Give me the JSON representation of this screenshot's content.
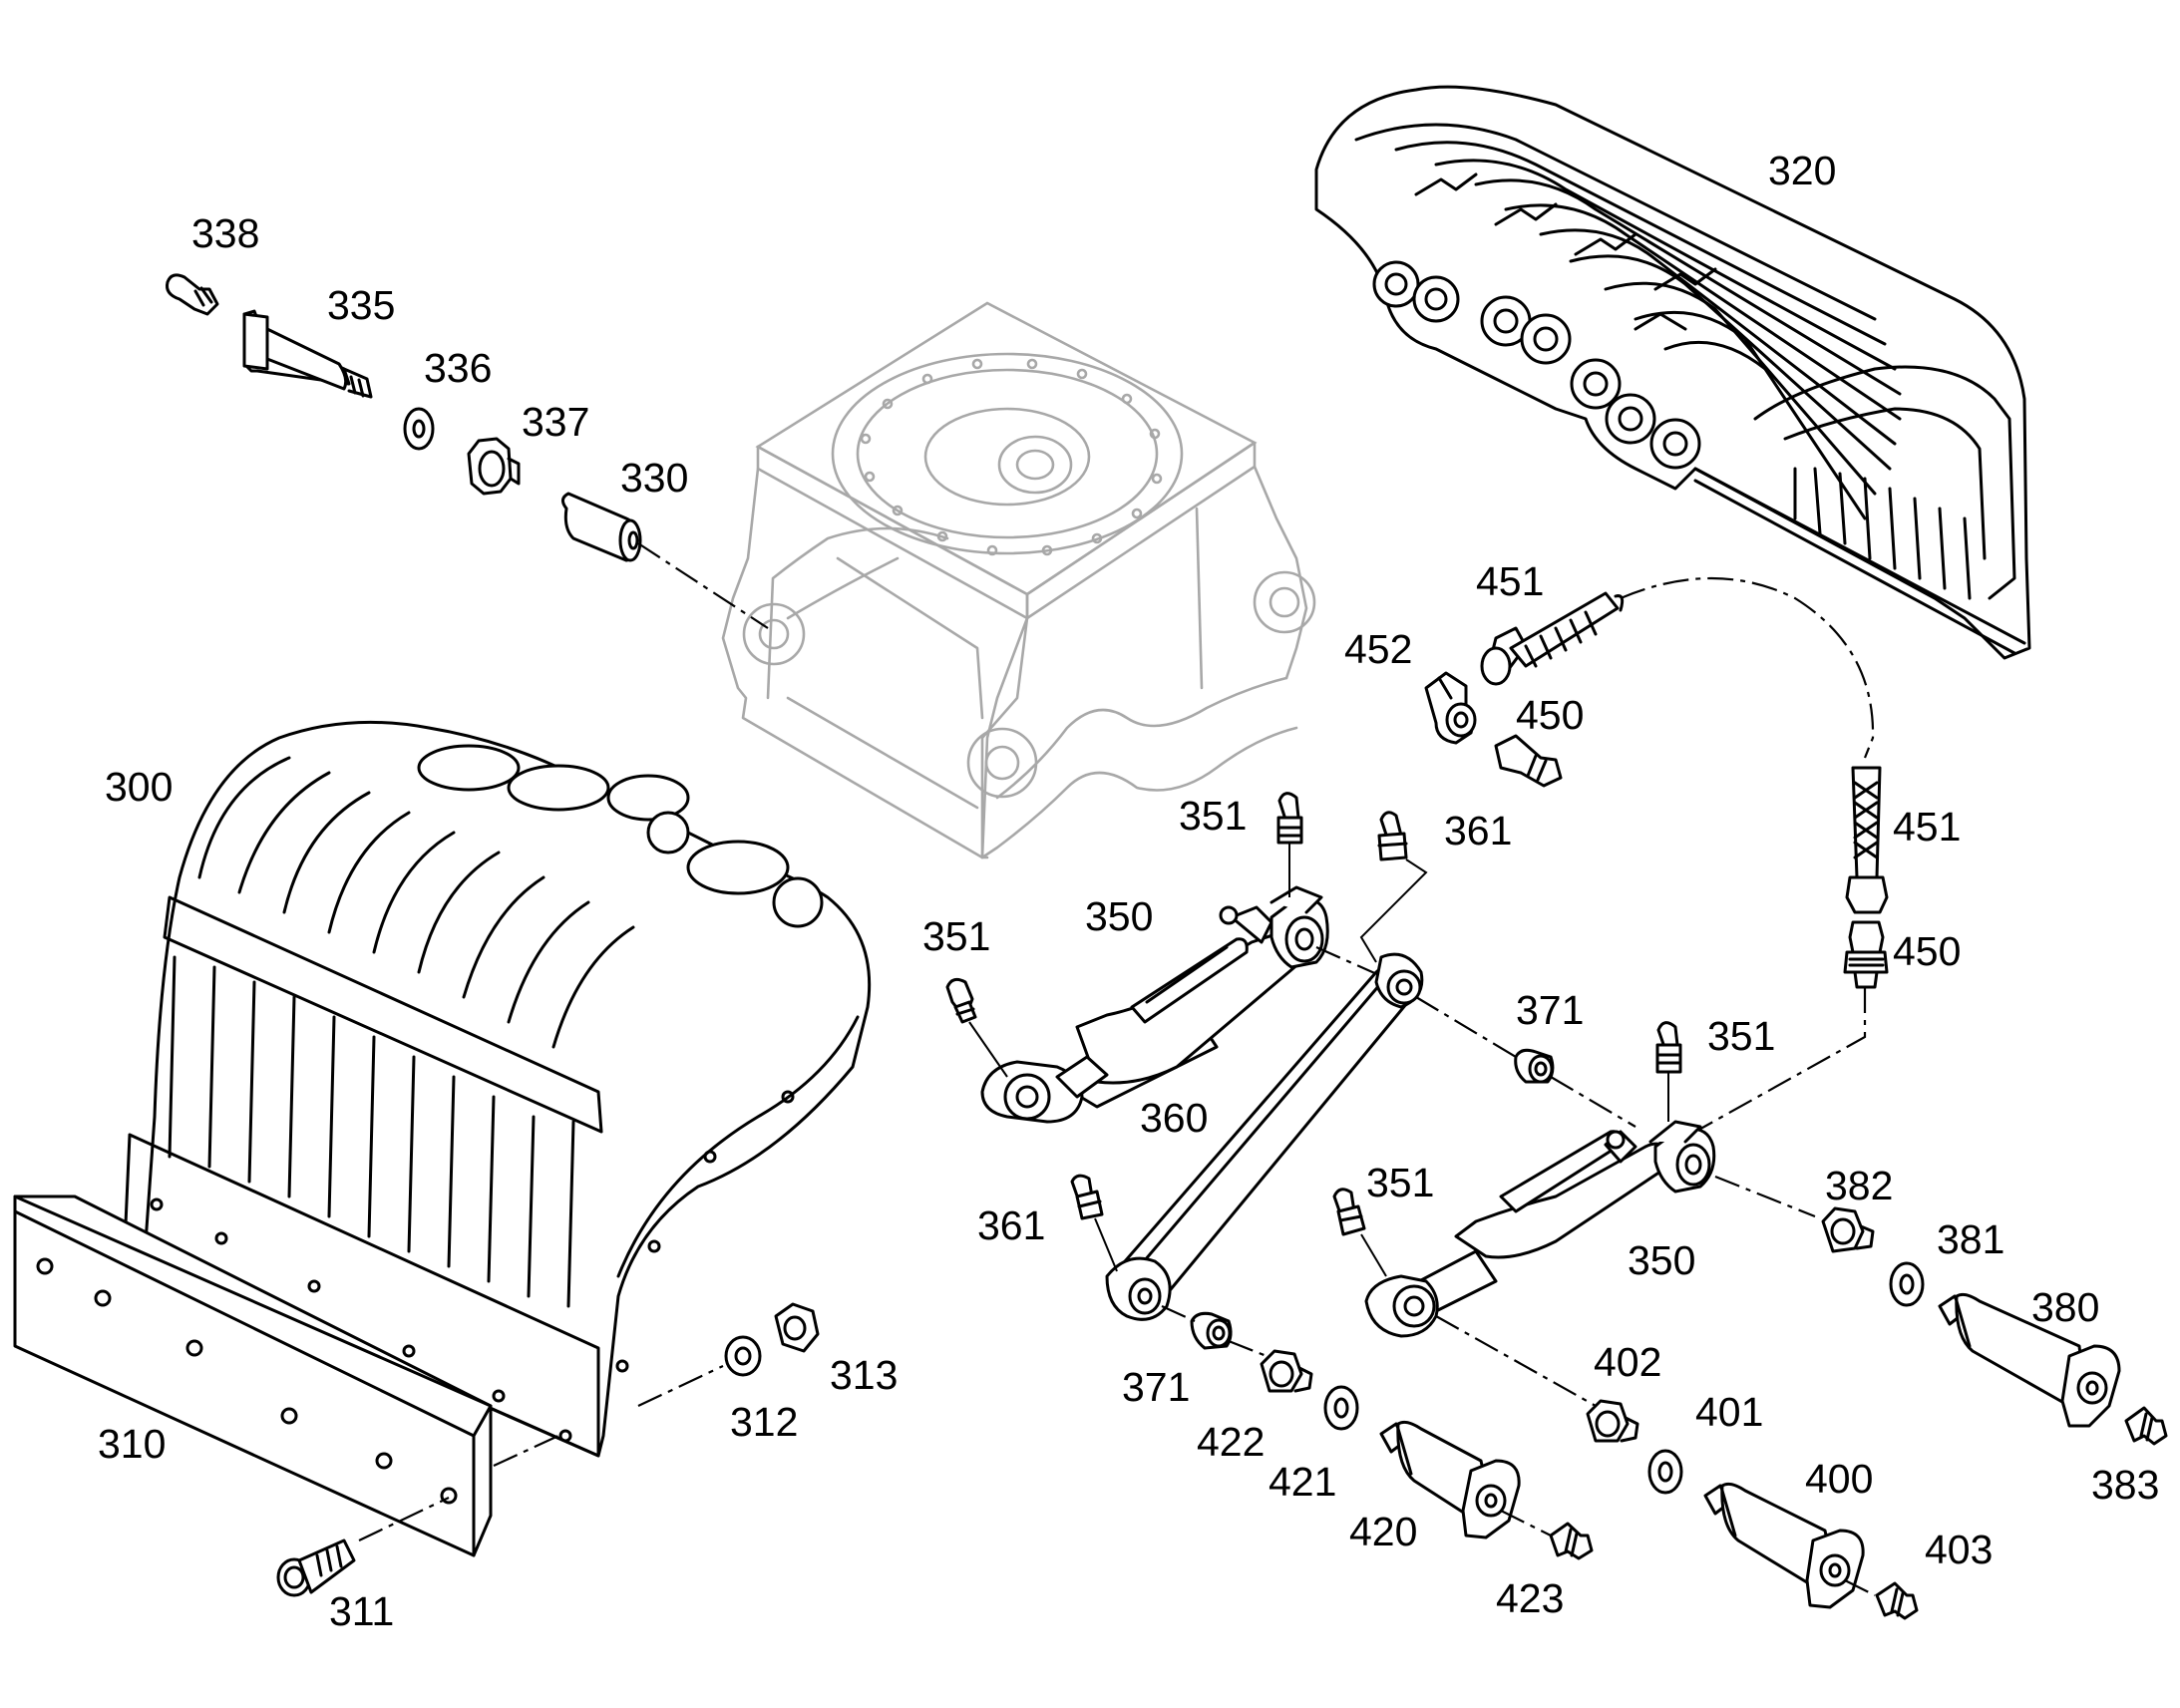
{
  "callouts": [
    {
      "id": "c338",
      "text": "338"
    },
    {
      "id": "c335",
      "text": "335"
    },
    {
      "id": "c336",
      "text": "336"
    },
    {
      "id": "c337",
      "text": "337"
    },
    {
      "id": "c330",
      "text": "330"
    },
    {
      "id": "c320",
      "text": "320"
    },
    {
      "id": "c451a",
      "text": "451"
    },
    {
      "id": "c452",
      "text": "452"
    },
    {
      "id": "c450a",
      "text": "450"
    },
    {
      "id": "c300",
      "text": "300"
    },
    {
      "id": "c351a",
      "text": "351"
    },
    {
      "id": "c361a",
      "text": "361"
    },
    {
      "id": "c451b",
      "text": "451"
    },
    {
      "id": "c351b",
      "text": "351"
    },
    {
      "id": "c350a",
      "text": "350"
    },
    {
      "id": "c450b",
      "text": "450"
    },
    {
      "id": "c371a",
      "text": "371"
    },
    {
      "id": "c351c",
      "text": "351"
    },
    {
      "id": "c360",
      "text": "360"
    },
    {
      "id": "c382",
      "text": "382"
    },
    {
      "id": "c361b",
      "text": "361"
    },
    {
      "id": "c351d",
      "text": "351"
    },
    {
      "id": "c350b",
      "text": "350"
    },
    {
      "id": "c381",
      "text": "381"
    },
    {
      "id": "c380",
      "text": "380"
    },
    {
      "id": "c402",
      "text": "402"
    },
    {
      "id": "c313",
      "text": "313"
    },
    {
      "id": "c371b",
      "text": "371"
    },
    {
      "id": "c401",
      "text": "401"
    },
    {
      "id": "c312",
      "text": "312"
    },
    {
      "id": "c310",
      "text": "310"
    },
    {
      "id": "c422",
      "text": "422"
    },
    {
      "id": "c400",
      "text": "400"
    },
    {
      "id": "c383",
      "text": "383"
    },
    {
      "id": "c421",
      "text": "421"
    },
    {
      "id": "c420",
      "text": "420"
    },
    {
      "id": "c403",
      "text": "403"
    },
    {
      "id": "c423",
      "text": "423"
    },
    {
      "id": "c311",
      "text": "311"
    }
  ]
}
